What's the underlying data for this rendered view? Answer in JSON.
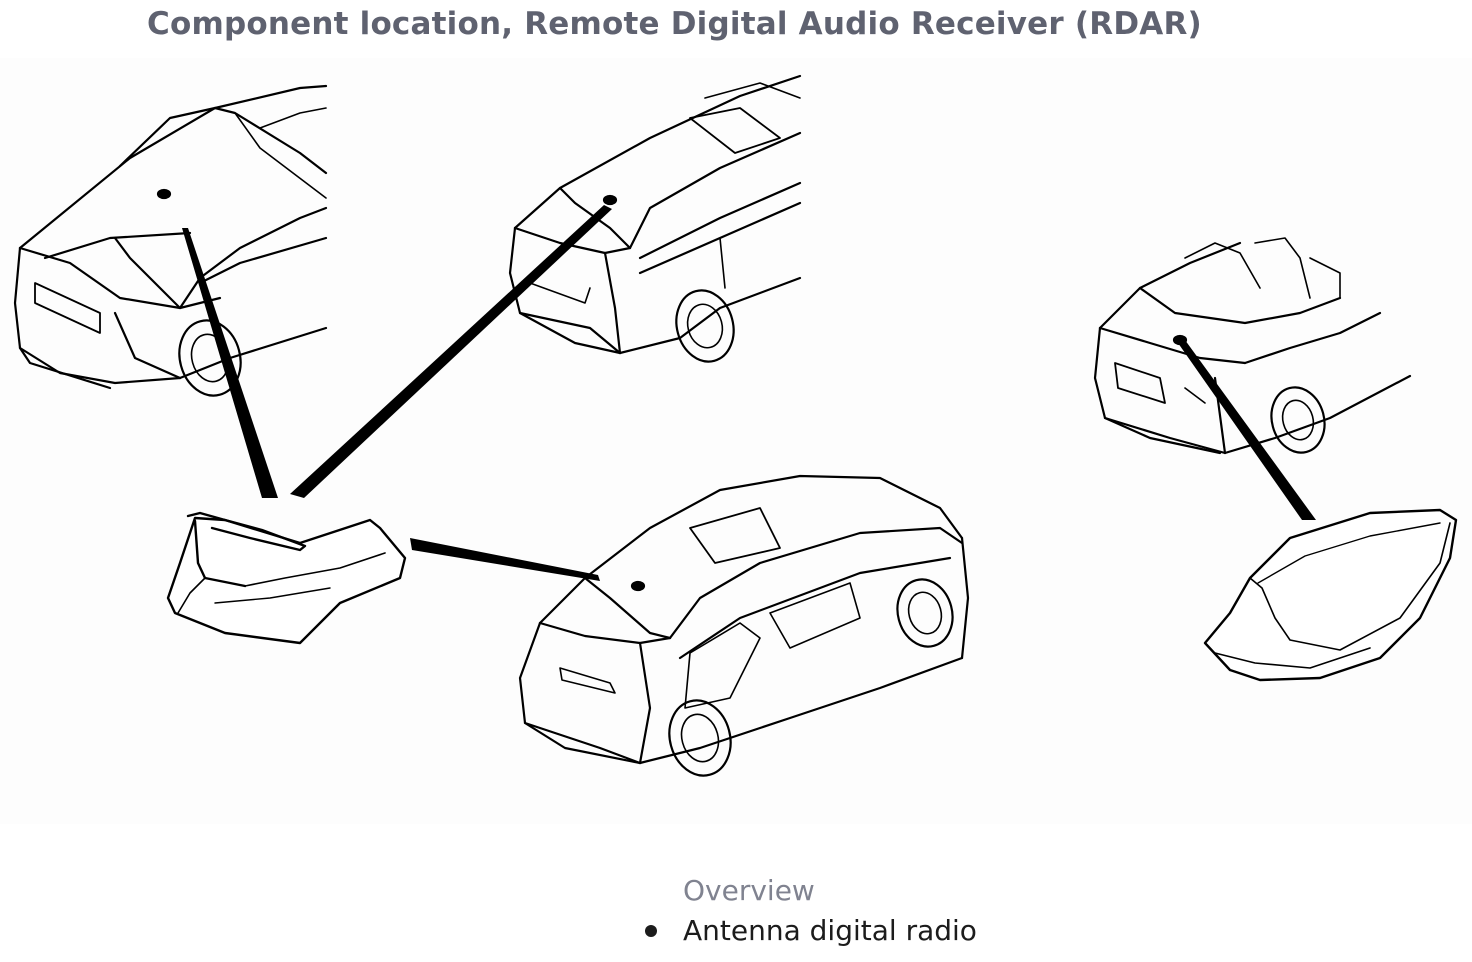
{
  "header": {
    "title": "Component location, Remote Digital Audio Receiver (RDAR)"
  },
  "figure": {
    "vehicles": [
      {
        "view": "sedan-rear-three-quarter"
      },
      {
        "view": "estate-rear-three-quarter"
      },
      {
        "view": "hatchback-rear-three-quarter"
      },
      {
        "view": "convertible-rear-three-quarter"
      }
    ],
    "components": [
      {
        "icon": "shark-fin-antenna-icon"
      },
      {
        "icon": "shark-fin-antenna-cover-icon"
      }
    ],
    "line_color": "#000000",
    "background_color": "#fdfdfd"
  },
  "caption": {
    "heading": "Overview",
    "items": [
      {
        "label": "Antenna digital radio"
      }
    ]
  },
  "colors": {
    "title": "#5f6270",
    "caption_heading": "#808390",
    "caption_text": "#1c1c1c"
  }
}
